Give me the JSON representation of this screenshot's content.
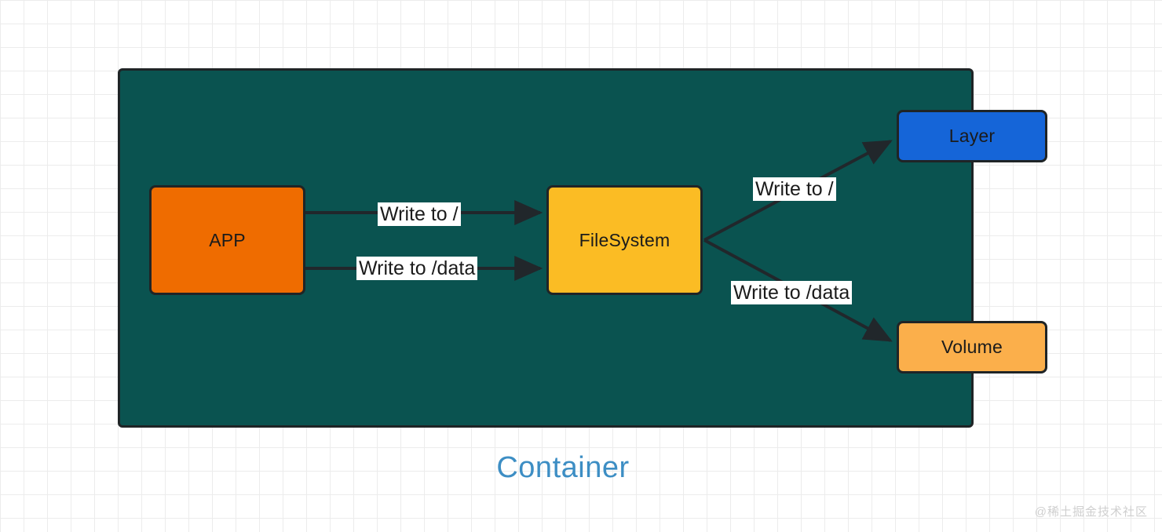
{
  "diagram": {
    "title": "Container",
    "title_color": "#3d8ec4",
    "boundary": {
      "name": "Container",
      "fill": "#0a5350",
      "stroke": "#1f2426"
    },
    "nodes": [
      {
        "id": "app",
        "label": "APP",
        "fill": "#ef6c00",
        "stroke": "#1f2426"
      },
      {
        "id": "fs",
        "label": "FileSystem",
        "fill": "#fbbc24",
        "stroke": "#1f2426"
      },
      {
        "id": "layer",
        "label": "Layer",
        "fill": "#1565d8",
        "stroke": "#1f2426"
      },
      {
        "id": "volume",
        "label": "Volume",
        "fill": "#fbaf4b",
        "stroke": "#1f2426"
      }
    ],
    "edges": [
      {
        "from": "app",
        "to": "fs",
        "label": "Write to /"
      },
      {
        "from": "app",
        "to": "fs",
        "label": "Write to /data"
      },
      {
        "from": "fs",
        "to": "layer",
        "label": "Write to /"
      },
      {
        "from": "fs",
        "to": "volume",
        "label": "Write to /data"
      }
    ],
    "edge_color": "#21272b"
  },
  "watermark": {
    "text": "@稀土掘金技术社区"
  }
}
